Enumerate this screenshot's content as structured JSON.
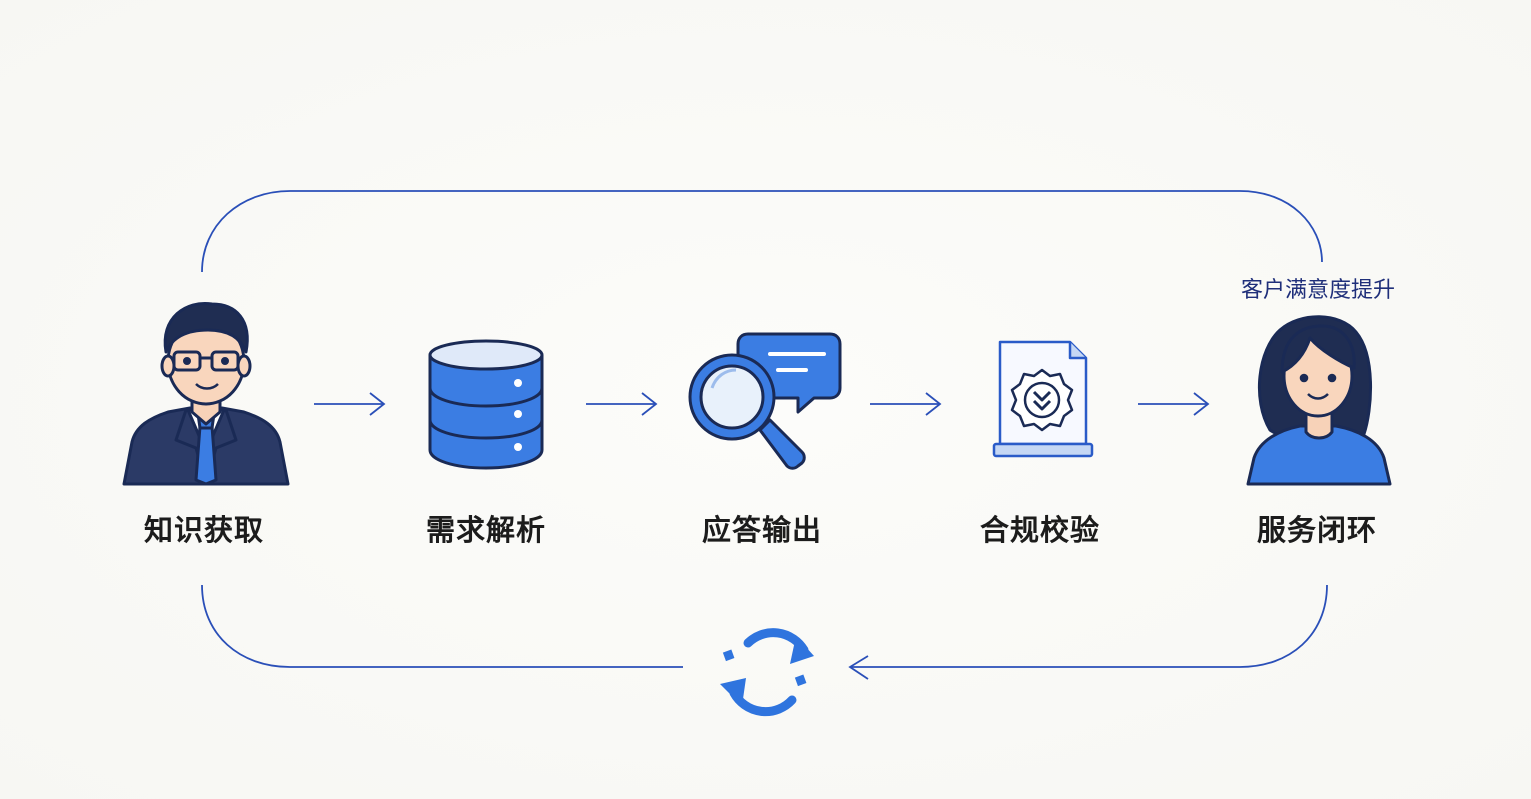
{
  "steps": [
    {
      "label": "知识获取",
      "icon": "businessman-icon"
    },
    {
      "label": "需求解析",
      "icon": "database-icon"
    },
    {
      "label": "应答输出",
      "icon": "magnifier-chat-icon"
    },
    {
      "label": "合规校验",
      "icon": "certified-document-icon"
    },
    {
      "label": "服务闭环",
      "icon": "customer-woman-icon"
    }
  ],
  "annotation": "客户满意度提升",
  "colors": {
    "accent": "#3b7de3",
    "outline": "#1a2a55",
    "line": "#2a4fb8",
    "text": "#1c1c1c",
    "annotation": "#1f2f7a"
  },
  "loop_icon": "refresh-cycle-icon"
}
